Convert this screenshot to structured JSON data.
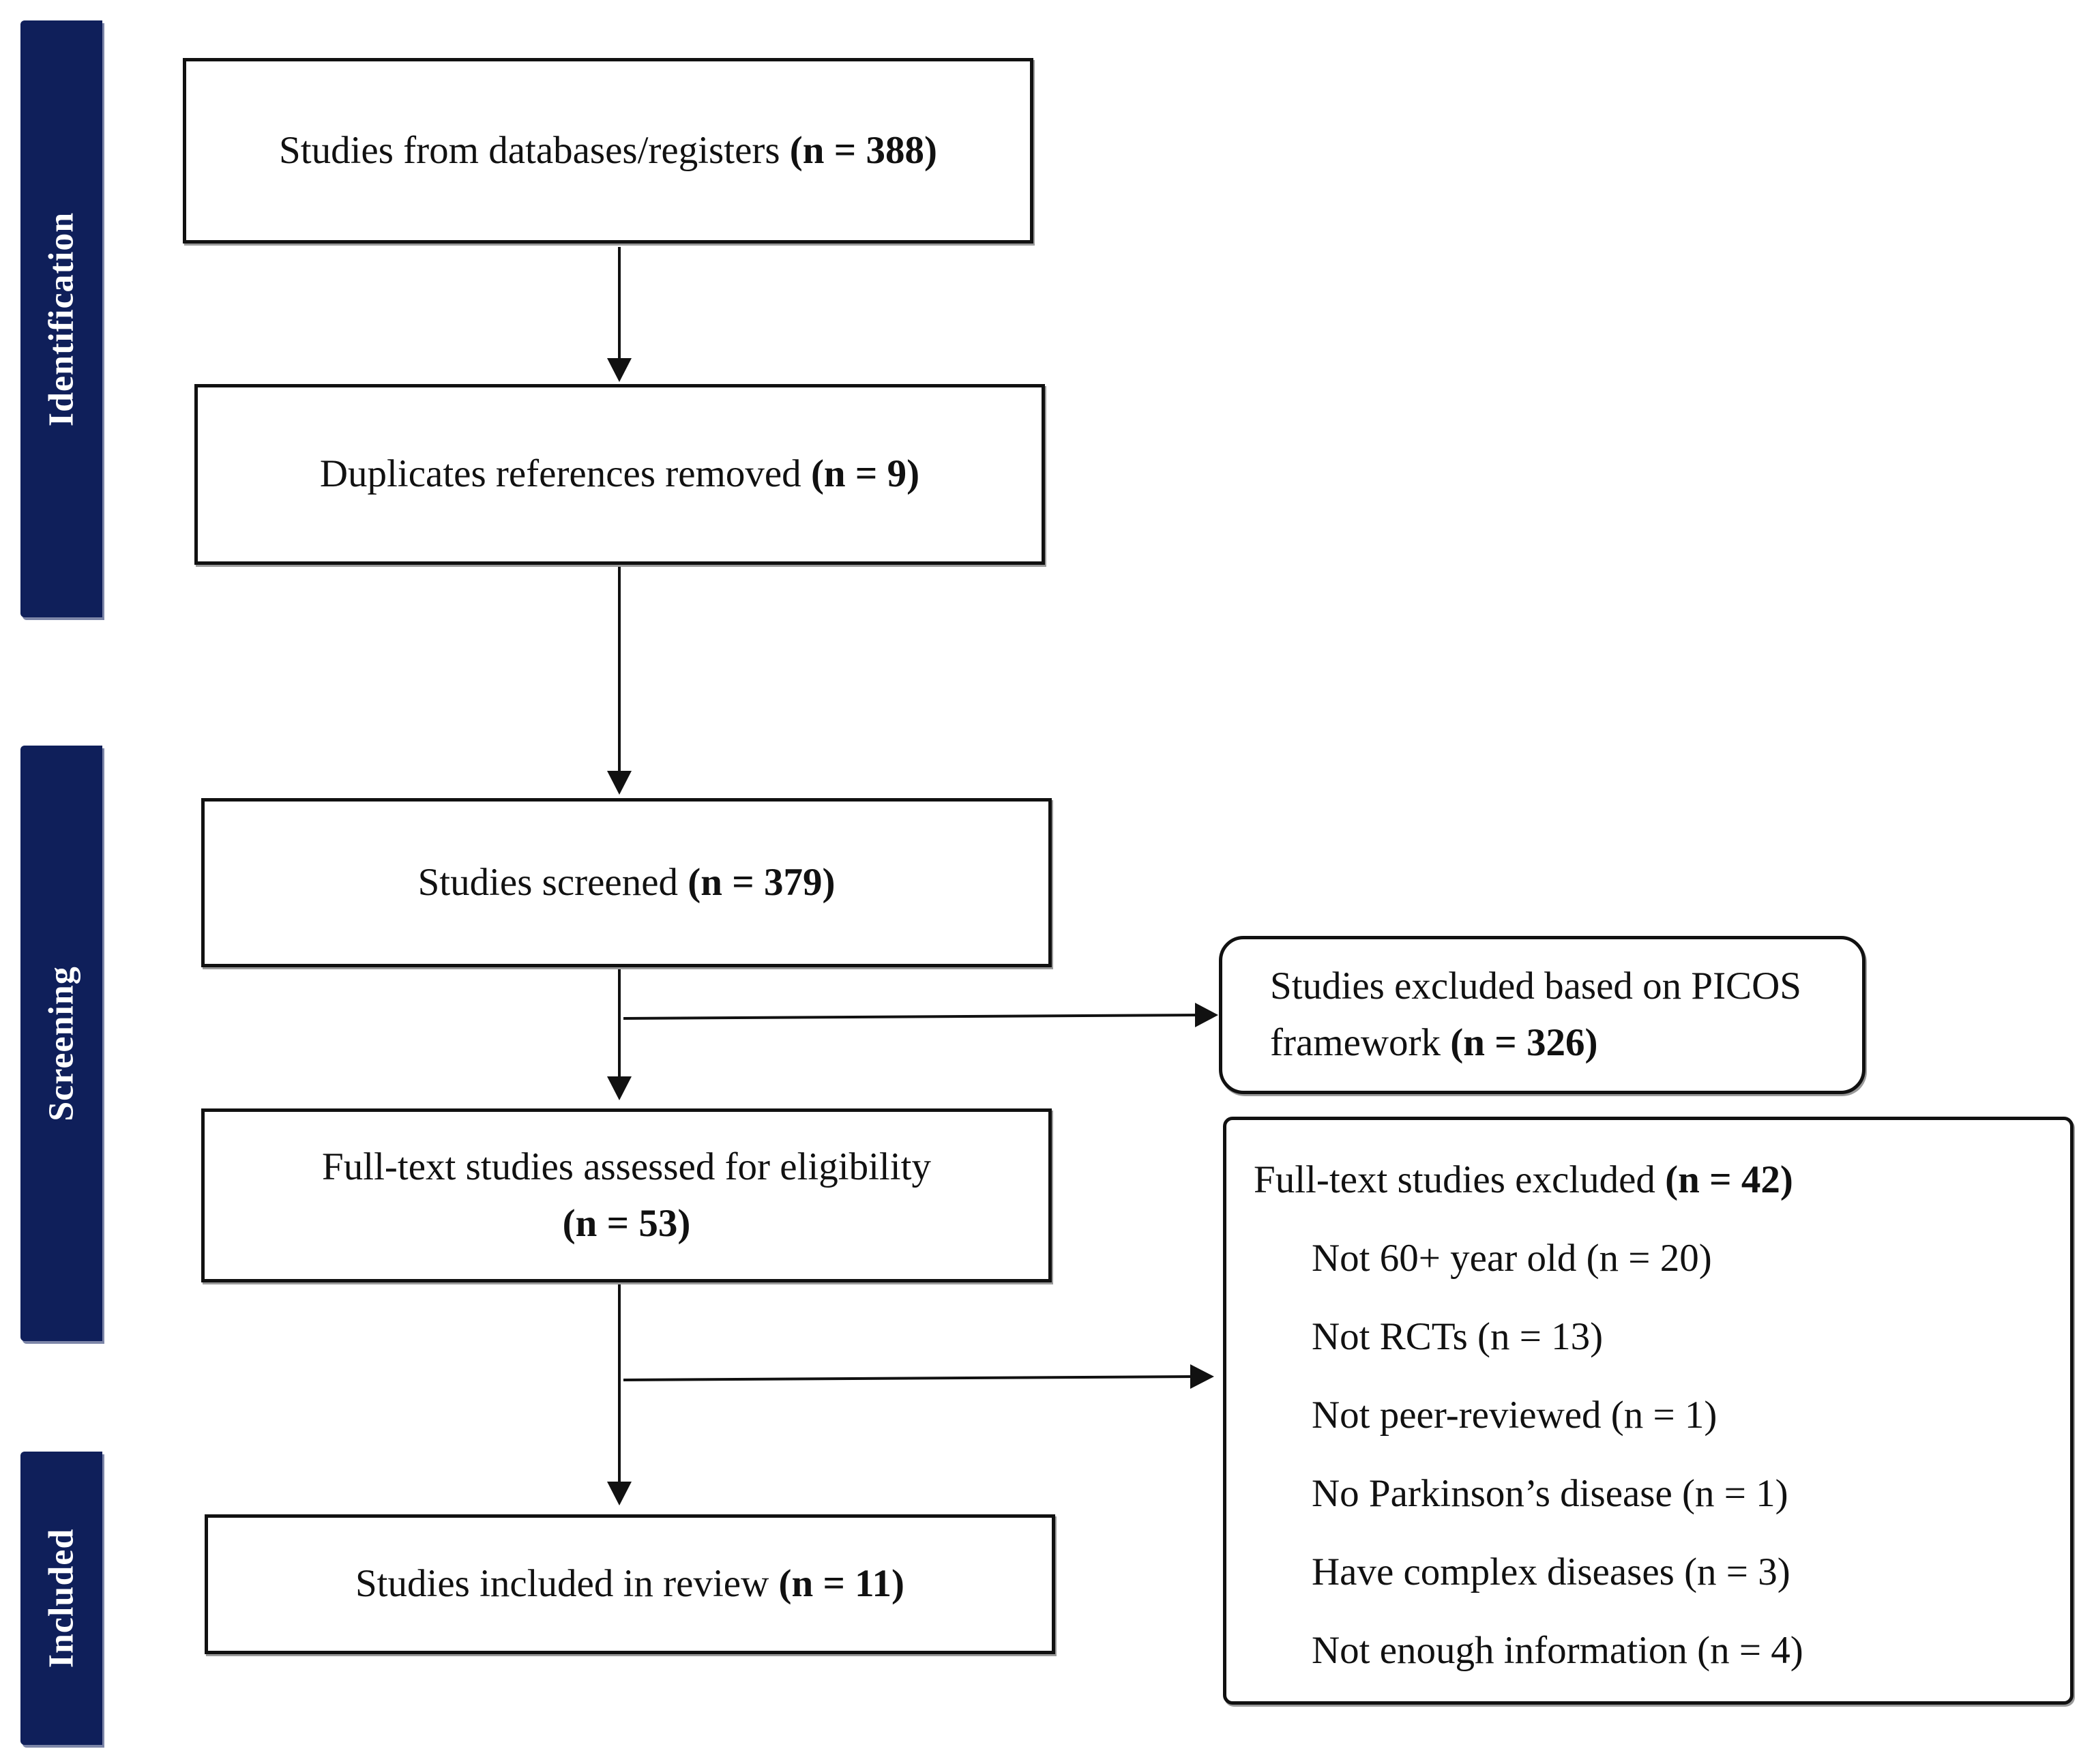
{
  "phases": {
    "identification": "Identification",
    "screening": "Screening",
    "included": "Included"
  },
  "boxes": {
    "databases": {
      "text": "Studies from databases/registers",
      "count": "(n = 388)"
    },
    "duplicates": {
      "text": "Duplicates references removed",
      "count": "(n = 9)"
    },
    "screened": {
      "text": "Studies screened",
      "count": "(n = 379)"
    },
    "picos_excluded": {
      "line1": "Studies excluded based on PICOS",
      "line2": "framework",
      "count": "(n = 326)"
    },
    "fulltext": {
      "line1": "Full-text studies assessed for eligibility",
      "count": "(n = 53)"
    },
    "included": {
      "text": "Studies included in review",
      "count": "(n = 11)"
    }
  },
  "fulltext_excluded": {
    "title": "Full-text studies excluded",
    "count": "(n = 42)",
    "reasons": [
      "Not 60+ year old (n = 20)",
      "Not RCTs (n = 13)",
      "Not peer-reviewed (n = 1)",
      "No Parkinson’s disease (n = 1)",
      "Have complex diseases (n = 3)",
      "Not enough information (n = 4)"
    ]
  },
  "colors": {
    "phase_bar": "#0f1f5a",
    "line": "#111111"
  }
}
